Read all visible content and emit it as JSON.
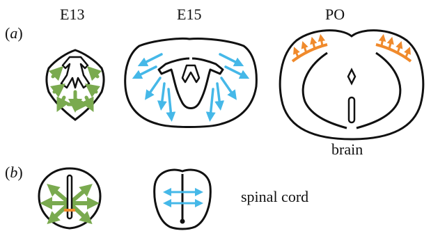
{
  "stage_labels": [
    "E13",
    "E15",
    "PO"
  ],
  "panel_a": {
    "open": "(",
    "letter": "a",
    "close": ")"
  },
  "panel_b": {
    "open": "(",
    "letter": "b",
    "close": ")"
  },
  "brain_label": "brain",
  "spinal_label": "spinal cord",
  "colors": {
    "green": "#7aaa4f",
    "blue": "#45b8e8",
    "orange": "#f08a2c",
    "outline": "#111111"
  }
}
